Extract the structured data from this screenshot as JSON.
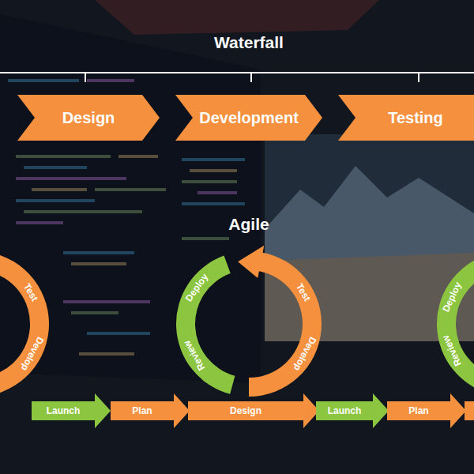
{
  "diagram": {
    "title": "Waterfall",
    "nodes": [
      {
        "text": [
          "Design"
        ]
      },
      {
        "text": [
          "Development"
        ]
      },
      {
        "text": [
          "Testing"
        ]
      },
      {
        "text": [
          "Test",
          "Develop"
        ]
      },
      {
        "text": [
          "Launch"
        ]
      },
      {
        "text": [
          "Plan"
        ]
      },
      {
        "text": [
          "Deploy",
          "Review"
        ]
      },
      {
        "text": [
          "Test",
          "Develop"
        ]
      },
      {
        "text": [
          "Design"
        ]
      },
      {
        "text": [
          "Launch"
        ]
      },
      {
        "text": [
          "Plan"
        ]
      },
      {
        "text": [
          "Deploy",
          "Review"
        ]
      }
    ],
    "labels": [
      "Agile"
    ]
  }
}
